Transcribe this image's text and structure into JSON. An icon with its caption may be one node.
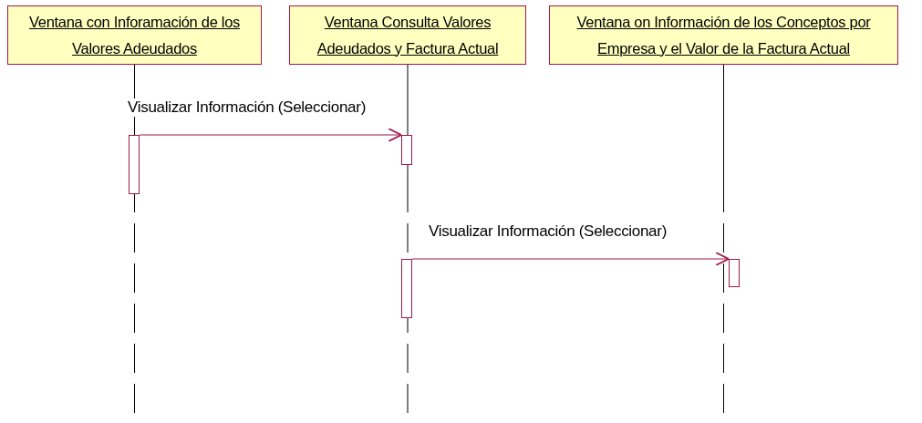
{
  "diagram": {
    "nodes": [
      {
        "text": [
          "Ventana con Inforamación de los Valores Adeudados"
        ]
      },
      {
        "text": [
          "Ventana Consulta Valores Adeudados y Factura Actual"
        ]
      },
      {
        "text": [
          "Ventana on Información de los Conceptos por Empresa y el Valor de la Factura Actual"
        ]
      },
      {
        "text": [],
        "shape": "bar"
      },
      {
        "text": [],
        "shape": "bar"
      },
      {
        "text": [],
        "shape": "bar"
      },
      {
        "text": [],
        "shape": "bar"
      }
    ],
    "edges": [
      {
        "from": 3,
        "to": 4,
        "arrow": "to",
        "label": "Visualizar Información (Seleccionar)"
      },
      {
        "from": 5,
        "to": 6,
        "arrow": "to",
        "label": "Visualizar Información (Seleccionar)"
      }
    ]
  }
}
